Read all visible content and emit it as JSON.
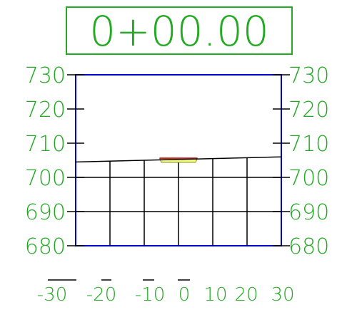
{
  "station": {
    "label": "0+00.00"
  },
  "chart_data": {
    "type": "line",
    "title": "0+00.00",
    "xlabel": "",
    "ylabel": "",
    "xlim": [
      -30,
      30
    ],
    "ylim": [
      680,
      730
    ],
    "x_ticks": [
      {
        "value": -30,
        "label": "-30"
      },
      {
        "value": -20,
        "label": "-20"
      },
      {
        "value": -10,
        "label": "-10"
      },
      {
        "value": 0,
        "label": "0"
      },
      {
        "value": 10,
        "label": "10"
      },
      {
        "value": 20,
        "label": "20"
      },
      {
        "value": 30,
        "label": "30"
      }
    ],
    "y_ticks": [
      730,
      720,
      710,
      700,
      690,
      680
    ],
    "grid": {
      "vertical_x": [
        -20,
        -10,
        0,
        10,
        20
      ],
      "horizontal_y": [
        700,
        690
      ],
      "bottom_y": 680
    },
    "ground_profile": {
      "x": [
        -30,
        30
      ],
      "y": [
        704.5,
        706.0
      ]
    },
    "design_section": {
      "x_left": -5.5,
      "x_right": 5.5,
      "y_top": 705.6,
      "y_bottom": 704.4
    }
  },
  "colors": {
    "text": "#22aa22",
    "frame": "#0000cc",
    "grid": "#000000",
    "ground_line": "#000000",
    "section_fill": "#f0ff88",
    "section_stroke": "#cc2222",
    "section_edge": "#888800"
  }
}
